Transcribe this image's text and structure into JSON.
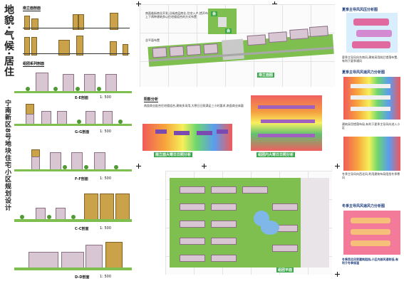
{
  "vertical_title": {
    "line1": "地貌·气候·居住",
    "line2": "宁南新区8号地块住宅小区规划设计"
  },
  "sections": {
    "facade": "南立面剖面",
    "group_section": "组团系列剖面",
    "cut_e": "E-E剖面",
    "cut_g": "G-G剖面",
    "cut_f": "F-F剖面",
    "cut_c": "C-C剖面",
    "cut_d": "D-D剖面",
    "scale_500": "1: 500",
    "south_elevation": "南立面图",
    "shadow_analysis": "阳影分析",
    "shadow_large": "南立面大寒日日照分析",
    "shadow_group": "组团内大寒日日照分析",
    "group_plan": "组团平面",
    "wind_summer": "夏季主导风风压分析图",
    "wind_summer2": "夏季主导风风速风力分析图",
    "wind_winter": "冬季主导风风速风力分析图"
  },
  "notes": {
    "top_note": "南面临街商业开发,沿街底层商业,住宅入户,错开布置,上下两种建筑多以住宅楼组合的方式布置",
    "plan_label": "总平面布置",
    "shadow_note": "南面商业配合住宅楼组合,建筑多采用,大寒日日照满足三小时要求,南面商业体量",
    "wind_note1": "夏季主导风向东南风,建筑采用前后错落布置,有利于夏季通风",
    "wind_note2": "建筑采用错落布局,有利于夏季主导风向进入小区",
    "wind_note3": "冬季主导风向西北风,利用建筑布局阻挡冬季寒风",
    "wind_note4": "冬季西北风受建筑阻挡,小区内部风速较低,有利于冬季保温"
  },
  "colors": {
    "green_badge": "#3aa64a",
    "grass": "#7fbf4f",
    "pink_building": "#d8c7d3",
    "gold_building": "#c9a24a"
  }
}
